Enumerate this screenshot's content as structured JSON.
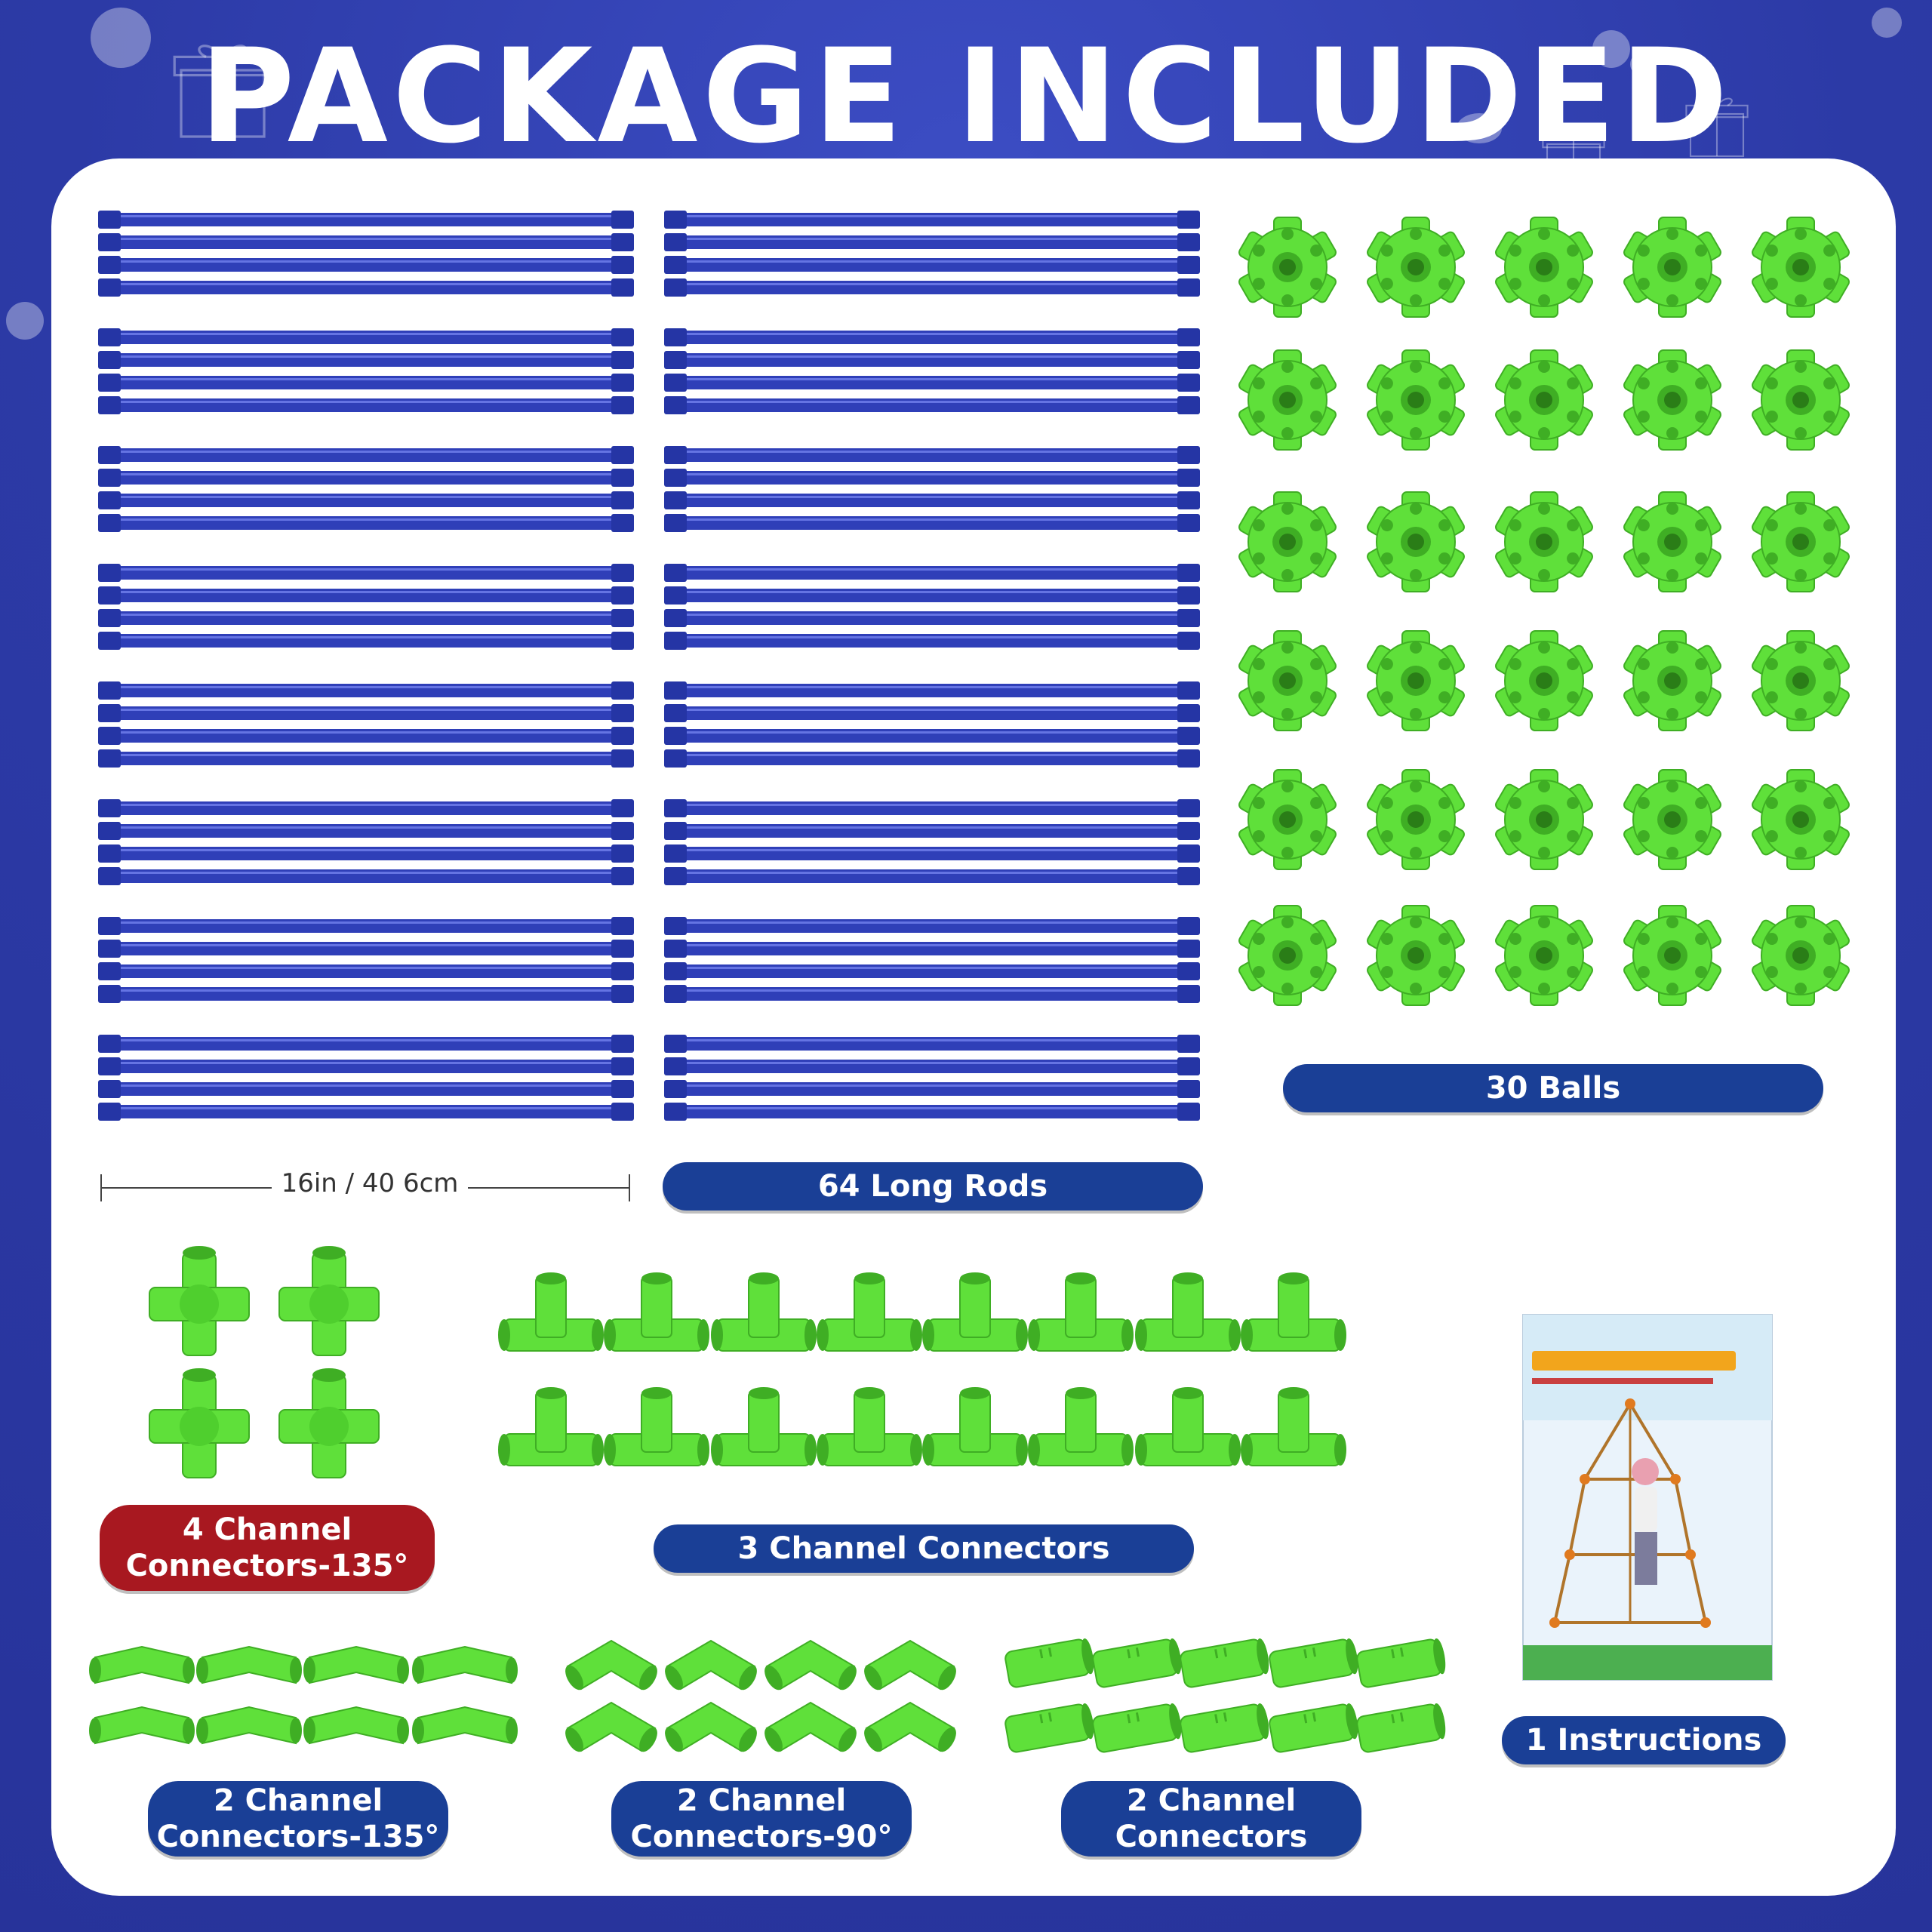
{
  "header": {
    "title": "PACKAGE INCLUDED"
  },
  "rods": {
    "label": "64 Long Rods",
    "count": 64,
    "dimension": "16in / 40 6cm"
  },
  "balls": {
    "label": "30 Balls",
    "count": 30
  },
  "four_channel": {
    "line1": "4 Channel",
    "line2": "Connectors-135°",
    "count": 4
  },
  "three_channel": {
    "label": "3 Channel Connectors",
    "count": 16
  },
  "two_channel_135": {
    "line1": "2 Channel",
    "line2": "Connectors-135°",
    "count": 8
  },
  "two_channel_90": {
    "line1": "2 Channel",
    "line2": "Connectors-90°",
    "count": 8
  },
  "two_channel_straight": {
    "line1": "2 Channel",
    "line2": "Connectors",
    "count": 10
  },
  "instructions": {
    "label": "1 Instructions",
    "count": 1
  },
  "colors": {
    "background": "#2c3aa6",
    "rod": "#2f3fb8",
    "part_green": "#5fe03a",
    "pill_blue": "#1a3f96",
    "pill_red": "#a81820"
  },
  "icons": [
    "gift-box-icon",
    "bubble-decoration"
  ]
}
